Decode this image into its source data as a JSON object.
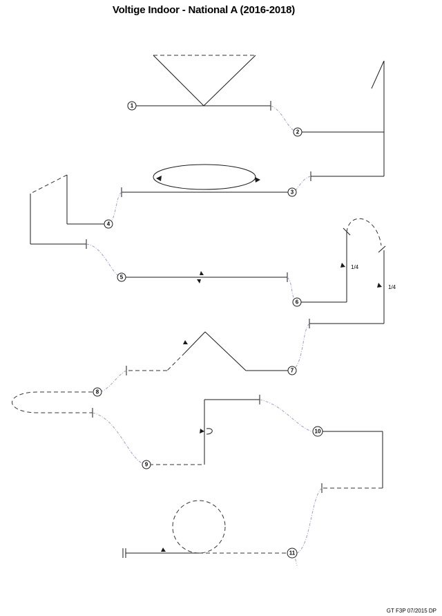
{
  "title": "Voltige Indoor - National A (2016-2018)",
  "footer": "GT F3P 07/2015 DP",
  "figures": [
    {
      "number": "1"
    },
    {
      "number": "2"
    },
    {
      "number": "3"
    },
    {
      "number": "4"
    },
    {
      "number": "5"
    },
    {
      "number": "6",
      "roll_label": "1/4"
    },
    {
      "number": "7",
      "roll_label": "1/4"
    },
    {
      "number": "8"
    },
    {
      "number": "9"
    },
    {
      "number": "10"
    },
    {
      "number": "11"
    }
  ]
}
